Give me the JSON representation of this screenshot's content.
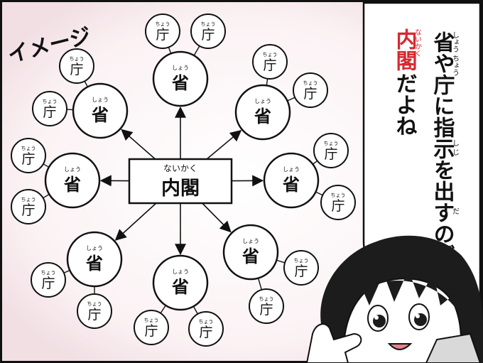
{
  "image_word": "イメージ",
  "center": {
    "label": "内閣",
    "ruby": "ないかく"
  },
  "ministry": {
    "label": "省",
    "ruby": "しょう"
  },
  "agency": {
    "label": "庁",
    "ruby": "ちょう"
  },
  "bubble": {
    "columns": [
      {
        "ruby": "しょう ちょう",
        "text": "省や庁に指示を出すのが"
      },
      {
        "ruby": "ないかく",
        "highlight": "内閣",
        "text": "だよね"
      }
    ],
    "extra_ruby": [
      "し じ",
      "だ"
    ]
  },
  "colors": {
    "accent_red": "#d8282f",
    "background_pink": "#f4e6ea",
    "ink": "#111111"
  }
}
